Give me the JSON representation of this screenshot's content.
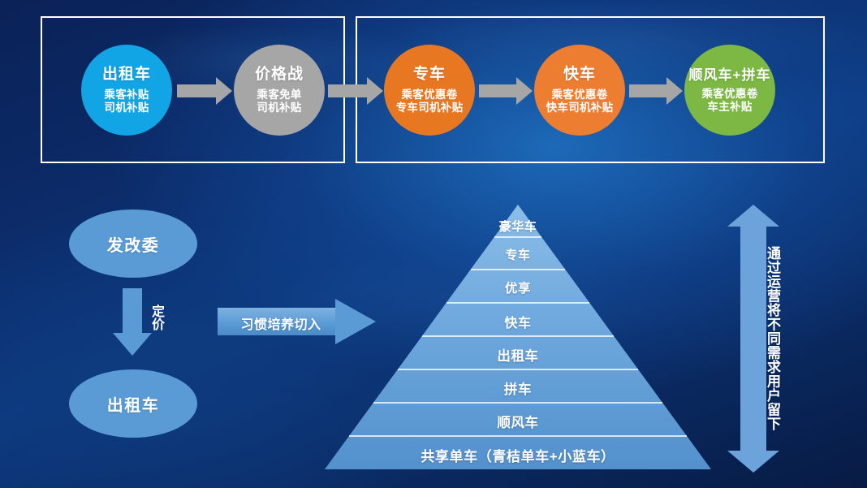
{
  "slide": {
    "background_color": "#0c2c6b",
    "accent_blue": "#5b9bd5"
  },
  "top_flow": {
    "panel_left": {
      "nodes": [
        {
          "title": "出租车",
          "lines": [
            "乘客补贴",
            "司机补贴"
          ],
          "color": "#12a5e5",
          "shape": "circle"
        },
        {
          "title": "价格战",
          "lines": [
            "乘客免单",
            "司机补贴"
          ],
          "color": "#a6a6a6",
          "shape": "circle"
        }
      ]
    },
    "panel_right": {
      "nodes": [
        {
          "title": "专车",
          "lines": [
            "乘客优惠卷",
            "专车司机补贴"
          ],
          "color": "#e87722",
          "shape": "circle"
        },
        {
          "title": "快车",
          "lines": [
            "乘客优惠卷",
            "快车司机补贴"
          ],
          "color": "#ed7d31",
          "shape": "circle"
        },
        {
          "title": "顺风车+拼车",
          "lines": [
            "乘客优惠卷",
            "车主补贴"
          ],
          "color": "#7cb843",
          "shape": "circle"
        }
      ]
    },
    "arrow_color": "#a6a6a6"
  },
  "left_flow": {
    "top_node": "发改委",
    "bottom_node": "出租车",
    "arrow_label": "定价",
    "node_color": "#5b9bd5"
  },
  "entry_banner": {
    "label": "习惯培养切入",
    "color": "#5b9bd5"
  },
  "pyramid": {
    "levels": [
      "豪华车",
      "专车",
      "优享",
      "快车",
      "出租车",
      "拼车",
      "顺风车",
      "共享单车（青桔单车+小蓝车）"
    ],
    "color_top": "#7fb6e4",
    "color_bottom": "#5b9bd5"
  },
  "retention_arrow": {
    "label": "通过运营将不同需求用户留下",
    "color": "#6ba3da",
    "direction": "double-vertical"
  }
}
